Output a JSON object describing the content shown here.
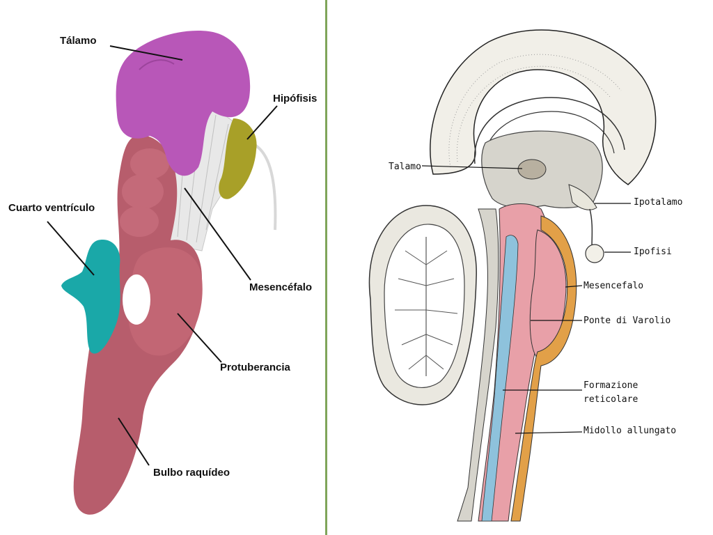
{
  "left_diagram": {
    "labels": {
      "talamo": "Tálamo",
      "hipofisis": "Hipófisis",
      "cuarto_ventriculo": "Cuarto ventrículo",
      "mesencefalo": "Mesencéfalo",
      "protuberancia": "Protuberancia",
      "bulbo_raquideo": "Bulbo raquídeo"
    }
  },
  "right_diagram": {
    "labels": {
      "talamo": "Talamo",
      "ipotalamo": "Ipotalamo",
      "ipofisi": "Ipofisi",
      "mesencefalo": "Mesencefalo",
      "ponte_di_varolio": "Ponte di Varolio",
      "formazione_line1": "Formazione",
      "formazione_line2": "reticolare",
      "midollo_allungato": "Midollo allungato"
    }
  },
  "colors": {
    "divider": "#7fa55a",
    "talamo": "#b857b8",
    "hipofisis": "#a8a028",
    "cuarto_ventriculo": "#1aa8a8",
    "brainstem": "#b75d6c",
    "mesencefalo": "#e4e4e4",
    "right_pink": "#e8a0a8",
    "right_blue": "#8ec2dc",
    "right_orange": "#e2a048",
    "right_gray": "#d6d4cc"
  }
}
